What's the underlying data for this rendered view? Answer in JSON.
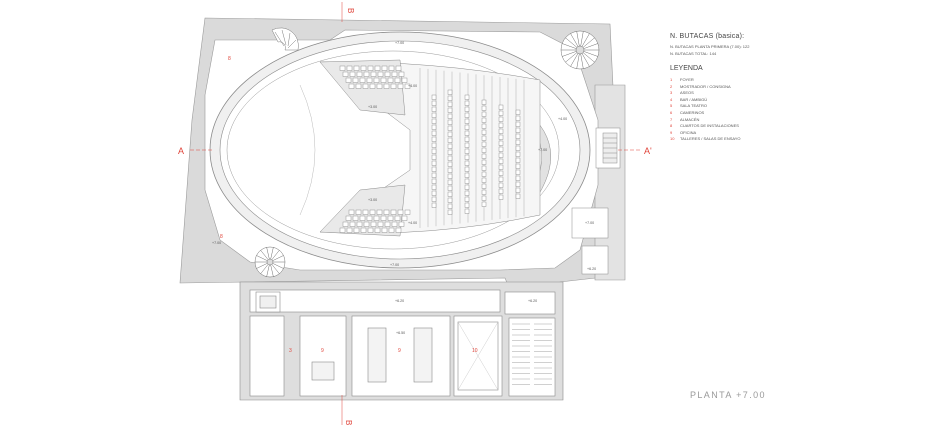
{
  "plan_labels": {
    "section_a_left": "A",
    "section_a_right": "A'",
    "section_b_top": "B",
    "section_b_bottom": "B",
    "level_top_gallery": "+7.00",
    "level_top_seats": "+4.00",
    "level_upper_box": "+3.00",
    "level_right_stage": "+7.00",
    "level_lower_box": "+3.00",
    "level_bottom_seats": "+4.00",
    "level_bottom_gallery": "+7.00",
    "level_right_corner": "+7.00",
    "level_stair_landing": "+6.20",
    "level_left_low": "+7.00",
    "level_corridor": "+6.20",
    "level_corridor_right": "+6.20",
    "level_office": "+6.50",
    "level_right_top": "+4.00",
    "room_8_top": "8",
    "room_8_bottom": "8",
    "room_3": "3",
    "room_9_left": "9",
    "room_9_center": "9",
    "room_10": "10"
  },
  "legend": {
    "seats_title": "N. BUTACAS (basica):",
    "seats_first_floor": "N. BUTACAS PLANTA PRIMERA (7.00): 122",
    "seats_total": "N. BUTACAS TOTAL: 144",
    "title": "LEYENDA",
    "items": [
      {
        "num": "1",
        "label": "FOYER"
      },
      {
        "num": "2",
        "label": "MOSTRADOR / CONSIGNA"
      },
      {
        "num": "3",
        "label": "ASEOS"
      },
      {
        "num": "4",
        "label": "BAR / AMBIGÚ"
      },
      {
        "num": "5",
        "label": "SALA TEATRO"
      },
      {
        "num": "6",
        "label": "CAMERINOS"
      },
      {
        "num": "7",
        "label": "ALMACÉN"
      },
      {
        "num": "8",
        "label": "CUARTOS DE INSTALACIONES"
      },
      {
        "num": "9",
        "label": "OFICINA"
      },
      {
        "num": "10",
        "label": "TALLERES / SALAS DE ENSAYO"
      }
    ]
  },
  "sheet_title": "PLANTA +7.00",
  "colors": {
    "wall_fill": "#d9d9d9",
    "line": "#8a8a8a",
    "accent_red": "#e0453b"
  }
}
